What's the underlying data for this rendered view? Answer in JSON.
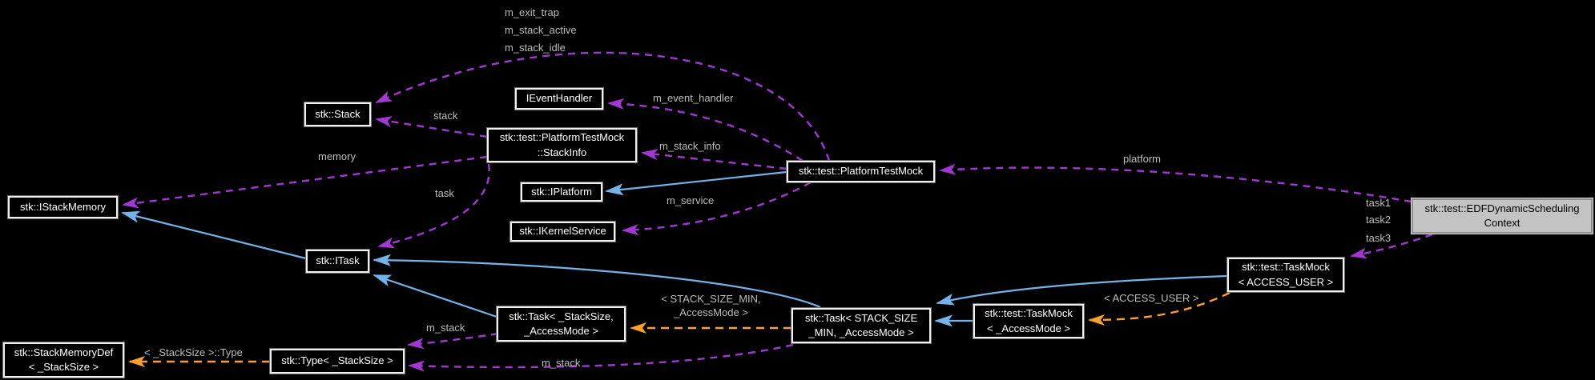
{
  "diagram": {
    "type": "doxygen-collaboration-graph",
    "colors": {
      "background": "#000000",
      "node_fill": "#000000",
      "node_border": "#f0f0f0",
      "node_text": "#ffffff",
      "highlight_fill": "#c3c3c3",
      "highlight_text": "#000000",
      "edge_label_text": "#bdbdbd",
      "usage_edge": "#a238d2",
      "inheritance_edge": "#74b2e8",
      "template_edge": "#ffa02e"
    },
    "nodes": [
      {
        "id": "stack",
        "label": "stk::Stack",
        "highlighted": false
      },
      {
        "id": "ieventhandler",
        "label": "IEventHandler",
        "highlighted": false
      },
      {
        "id": "stackinfo",
        "label": "stk::test::PlatformTestMock\n::StackInfo",
        "highlighted": false
      },
      {
        "id": "iplatform",
        "label": "stk::IPlatform",
        "highlighted": false
      },
      {
        "id": "platformtestmock",
        "label": "stk::test::PlatformTestMock",
        "highlighted": false
      },
      {
        "id": "ikernelservice",
        "label": "stk::IKernelService",
        "highlighted": false
      },
      {
        "id": "istackmemory",
        "label": "stk::IStackMemory",
        "highlighted": false
      },
      {
        "id": "itask",
        "label": "stk::ITask",
        "highlighted": false
      },
      {
        "id": "edfcontext",
        "label": "stk::test::EDFDynamicScheduling\nContext",
        "highlighted": true
      },
      {
        "id": "taskmock_user",
        "label": "stk::test::TaskMock\n< ACCESS_USER >",
        "highlighted": false
      },
      {
        "id": "task_template",
        "label": "stk::Task< _StackSize,\n_AccessMode >",
        "highlighted": false
      },
      {
        "id": "task_min",
        "label": "stk::Task< STACK_SIZE\n_MIN, _AccessMode >",
        "highlighted": false
      },
      {
        "id": "taskmock_template",
        "label": "stk::test::TaskMock\n< _AccessMode >",
        "highlighted": false
      },
      {
        "id": "type_stacksize",
        "label": "stk::Type< _StackSize >",
        "highlighted": false
      },
      {
        "id": "stackmemorydef",
        "label": "stk::StackMemoryDef\n< _StackSize >",
        "highlighted": false
      }
    ],
    "edge_labels": [
      {
        "id": "m_exit_trap",
        "text": "m_exit_trap"
      },
      {
        "id": "m_stack_active",
        "text": "m_stack_active"
      },
      {
        "id": "m_stack_idle",
        "text": "m_stack_idle"
      },
      {
        "id": "stack",
        "text": "stack"
      },
      {
        "id": "m_event_handler",
        "text": "m_event_handler"
      },
      {
        "id": "m_stack_info",
        "text": "m_stack_info"
      },
      {
        "id": "memory",
        "text": "memory"
      },
      {
        "id": "task",
        "text": "task"
      },
      {
        "id": "m_service",
        "text": "m_service"
      },
      {
        "id": "platform",
        "text": "platform"
      },
      {
        "id": "task1",
        "text": "task1"
      },
      {
        "id": "task2",
        "text": "task2"
      },
      {
        "id": "task3",
        "text": "task3"
      },
      {
        "id": "tpl_stack_size_min",
        "text": "< STACK_SIZE_MIN,\n_AccessMode >"
      },
      {
        "id": "tpl_access_user",
        "text": "< ACCESS_USER >"
      },
      {
        "id": "m_stack_1",
        "text": "m_stack"
      },
      {
        "id": "m_stack_2",
        "text": "m_stack"
      },
      {
        "id": "tpl_type",
        "text": "< _StackSize >::Type"
      }
    ],
    "edges": [
      {
        "from": "stackinfo",
        "to": "stack",
        "type": "usage",
        "label": "stack"
      },
      {
        "from": "platformtestmock",
        "to": "stack",
        "type": "usage",
        "label": "m_exit_trap m_stack_active m_stack_idle"
      },
      {
        "from": "stackinfo",
        "to": "istackmemory",
        "type": "usage",
        "label": "memory"
      },
      {
        "from": "stackinfo",
        "to": "itask",
        "type": "usage",
        "label": "task"
      },
      {
        "from": "platformtestmock",
        "to": "ieventhandler",
        "type": "usage",
        "label": "m_event_handler"
      },
      {
        "from": "platformtestmock",
        "to": "stackinfo",
        "type": "usage",
        "label": "m_stack_info"
      },
      {
        "from": "platformtestmock",
        "to": "ikernelservice",
        "type": "usage",
        "label": "m_service"
      },
      {
        "from": "edfcontext",
        "to": "platformtestmock",
        "type": "usage",
        "label": "platform"
      },
      {
        "from": "edfcontext",
        "to": "taskmock_user",
        "type": "usage",
        "label": "task1 task2 task3"
      },
      {
        "from": "task_template",
        "to": "type_stacksize",
        "type": "usage",
        "label": "m_stack"
      },
      {
        "from": "task_min",
        "to": "type_stacksize",
        "type": "usage",
        "label": "m_stack"
      },
      {
        "from": "platformtestmock",
        "to": "iplatform",
        "type": "inheritance"
      },
      {
        "from": "itask",
        "to": "istackmemory",
        "type": "inheritance"
      },
      {
        "from": "task_template",
        "to": "itask",
        "type": "inheritance"
      },
      {
        "from": "task_min",
        "to": "itask",
        "type": "inheritance"
      },
      {
        "from": "taskmock_template",
        "to": "task_min",
        "type": "inheritance"
      },
      {
        "from": "taskmock_user",
        "to": "task_min",
        "type": "inheritance"
      },
      {
        "from": "task_min",
        "to": "task_template",
        "type": "template-instantiation",
        "label": "< STACK_SIZE_MIN, _AccessMode >"
      },
      {
        "from": "taskmock_user",
        "to": "taskmock_template",
        "type": "template-instantiation",
        "label": "< ACCESS_USER >"
      },
      {
        "from": "type_stacksize",
        "to": "stackmemorydef",
        "type": "template-instantiation",
        "label": "< _StackSize >::Type"
      }
    ]
  }
}
